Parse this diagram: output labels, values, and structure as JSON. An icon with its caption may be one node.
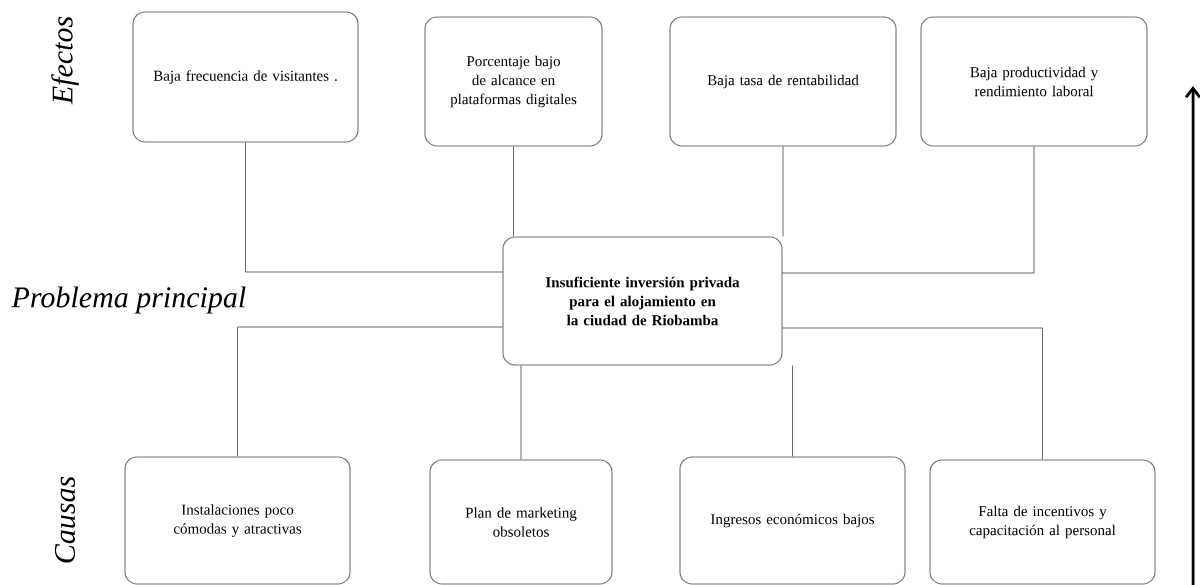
{
  "diagram": {
    "nodes": [
      {
        "text": [
          "Baja frecuencia de visitantes ."
        ]
      },
      {
        "text": [
          "Porcentaje bajo de alcance en plataformas digitales"
        ]
      },
      {
        "text": [
          "Baja tasa de rentabilidad"
        ]
      },
      {
        "text": [
          "Baja productividad y rendimiento laboral"
        ]
      },
      {
        "text": [
          "Insuficiente inversión privada para el alojamiento en la ciudad de Riobamba"
        ]
      },
      {
        "text": [
          "Instalaciones poco cómodas y atractivas"
        ]
      },
      {
        "text": [
          "Plan de marketing obsoletos"
        ]
      },
      {
        "text": [
          "Ingresos económicos bajos"
        ]
      },
      {
        "text": [
          "Falta de incentivos y capacitación al personal"
        ]
      }
    ],
    "edges": [
      {
        "from": 0,
        "to": 4,
        "arrow": "none"
      },
      {
        "from": 1,
        "to": 4,
        "arrow": "none"
      },
      {
        "from": 2,
        "to": 4,
        "arrow": "none"
      },
      {
        "from": 3,
        "to": 4,
        "arrow": "none"
      },
      {
        "from": 5,
        "to": 4,
        "arrow": "none"
      },
      {
        "from": 6,
        "to": 4,
        "arrow": "none"
      },
      {
        "from": 7,
        "to": 4,
        "arrow": "none"
      },
      {
        "from": 8,
        "to": 4,
        "arrow": "none"
      }
    ],
    "labels": [
      "Efectos",
      "Problema principal",
      "Causas"
    ]
  }
}
